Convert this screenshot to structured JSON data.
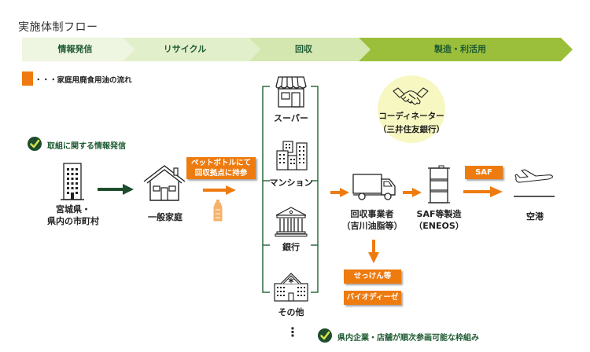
{
  "title": "実施体制フロー",
  "phases": [
    {
      "label": "情報発信"
    },
    {
      "label": "リサイクル"
    },
    {
      "label": "回収"
    },
    {
      "label": "製造・利活用"
    }
  ],
  "colors": {
    "phase1": "#eef5e0",
    "phase2": "#e2efcb",
    "phase3": "#d5e7b0",
    "phase4": "#9bbf3a",
    "accent_orange": "#ee7b0f",
    "dark_green": "#1d4d2c",
    "bracket_green": "#2d6a3e",
    "coordinator_bg": "#f7f7c2"
  },
  "legend": {
    "text": "・・・家庭用廃食用油の流れ",
    "icon": "orange-square"
  },
  "info_note": {
    "icon": "check-circle-icon",
    "text": "取組に関する情報発信"
  },
  "nodes": {
    "government": {
      "icon": "office-building-icon",
      "line1": "宮城県・",
      "line2": "県内の市町村"
    },
    "household": {
      "icon": "house-icon",
      "label": "一般家庭"
    },
    "pet_bottle_box": {
      "line1": "ペットボトルにて",
      "line2": "回収拠点に持参",
      "icon": "pet-bottle-icon"
    },
    "collection_points": [
      {
        "icon": "store-icon",
        "label": "スーパー"
      },
      {
        "icon": "apartment-icon",
        "label": "マンション"
      },
      {
        "icon": "bank-icon",
        "label": "銀行"
      },
      {
        "icon": "school-icon",
        "label": "その他"
      }
    ],
    "more": "⋮",
    "coordinator": {
      "icon": "handshake-icon",
      "line1": "コーディネーター",
      "line2": "（三井住友銀行）"
    },
    "collector": {
      "icon": "truck-icon",
      "line1": "回収事業者",
      "line2": "（吉川油脂等）"
    },
    "manufacturer": {
      "icon": "oil-drum-icon",
      "line1": "SAF等製造",
      "line2": "（ENEOS）"
    },
    "saf_box": "SAF",
    "airport": {
      "icon": "airplane-icon",
      "label": "空港"
    },
    "byproducts": [
      "せっけん等",
      "バイオディーゼル"
    ]
  },
  "bottom_note": {
    "icon": "check-circle-icon",
    "text": "県内企業・店舗が順次参画可能な枠組み"
  }
}
